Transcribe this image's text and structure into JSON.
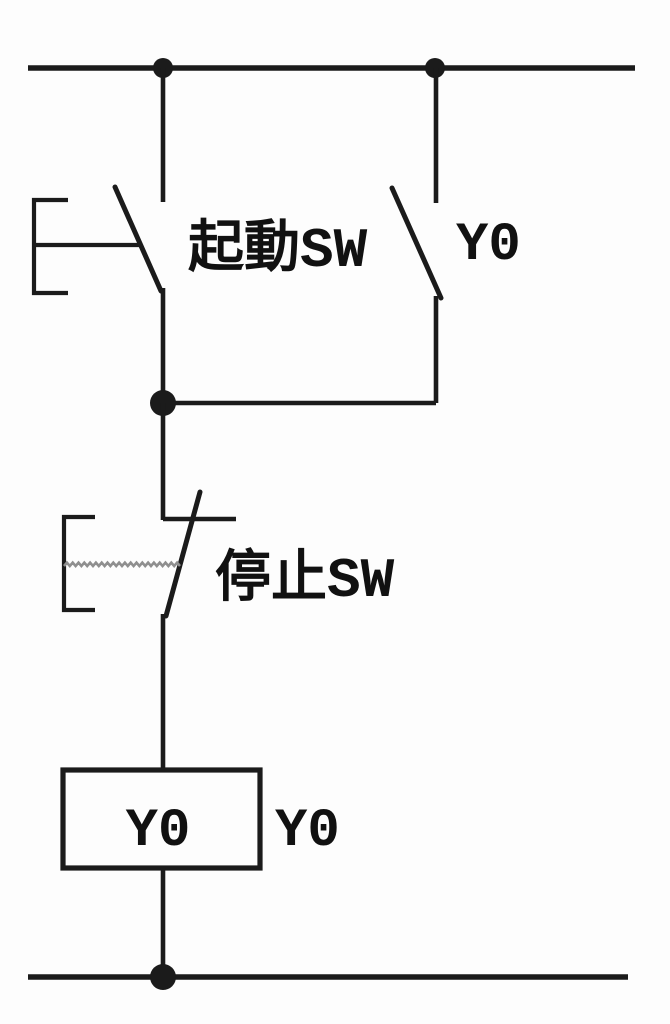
{
  "diagram": {
    "labels": {
      "start_switch": "起動SW",
      "self_hold_contact": "Y0",
      "stop_switch": "停止SW",
      "coil": "Y0",
      "coil_ref": "Y0"
    },
    "colors": {
      "line": "#1b1b1b",
      "text": "#111111",
      "spring": "#8f8f8f",
      "background": "#fdfdfd"
    }
  }
}
